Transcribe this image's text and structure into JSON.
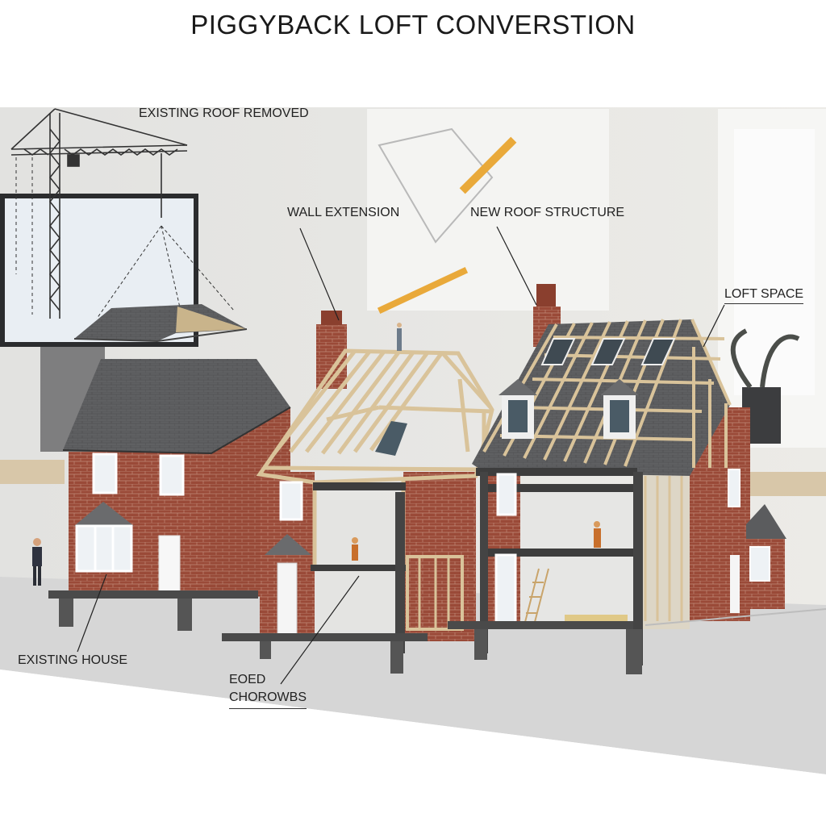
{
  "diagram": {
    "title": "PIGGYBACK LOFT CONVERSTION",
    "labels": {
      "roof_removed": "EXISTING ROOF REMOVED",
      "wall_extension": "WALL EXTENSION",
      "new_roof": "NEW ROOF STRUCTURE",
      "loft_space": "LOFT SPACE",
      "existing_house": "EXISTING HOUSE",
      "bottom_line1": "EOED",
      "bottom_line2": "CHOROWBS"
    },
    "colors": {
      "brick": "#9a4a38",
      "brick_dark": "#7c3a2c",
      "roof_slate": "#5e5f61",
      "timber": "#d9c39a",
      "ground": "#c9c9c9",
      "backdrop": "#e7e7e5"
    }
  }
}
